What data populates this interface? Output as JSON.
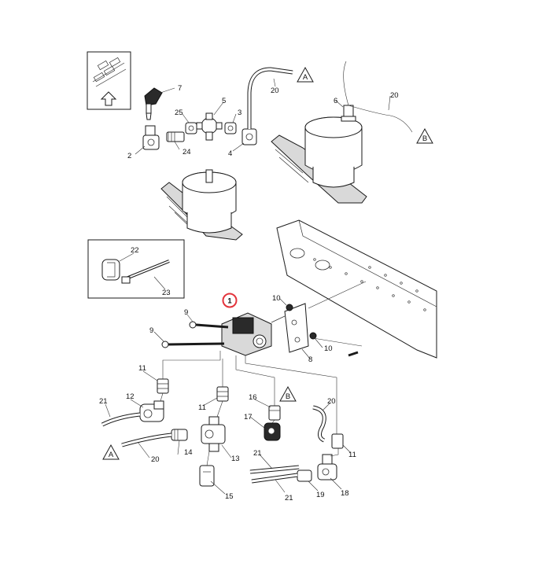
{
  "labels": {
    "p7": "7",
    "p25": "25",
    "p5": "5",
    "p3": "3",
    "p2": "2",
    "p24": "24",
    "p4": "4",
    "p20a": "20",
    "p6": "6",
    "p20b": "20",
    "p22": "22",
    "p23": "23",
    "p1": "1",
    "p10a": "10",
    "p9a": "9",
    "p9b": "9",
    "p10b": "10",
    "p8": "8",
    "p11a": "11",
    "p11b": "11",
    "p12": "12",
    "p21a": "21",
    "p14": "14",
    "p13": "13",
    "p20c": "20",
    "p15": "15",
    "p16": "16",
    "p17": "17",
    "p20d": "20",
    "p11c": "11",
    "p21b": "21",
    "p21c": "21",
    "p19": "19",
    "p18": "18"
  },
  "refs": {
    "a_top": "A",
    "b_top": "B",
    "b_mid": "B",
    "a_low": "A"
  },
  "colors": {
    "highlight": "#e3343c",
    "ink": "#1a1a1a"
  }
}
